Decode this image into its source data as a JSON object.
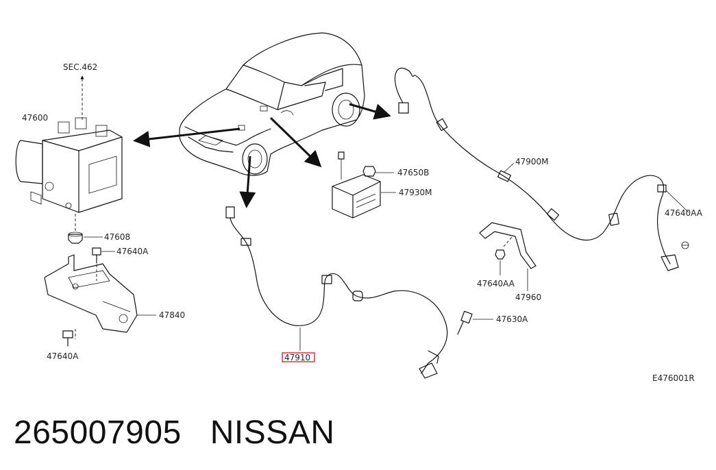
{
  "diagram": {
    "labels": {
      "sec462": "SEC.462",
      "p47600": "47600",
      "p47608": "47608",
      "p47640A_top": "47640A",
      "p47840": "47840",
      "p47640A_bottom": "47640A",
      "p47650B": "47650B",
      "p47930M": "47930M",
      "p47900M": "47900M",
      "p47640AA_right": "47640AA",
      "p47640AA_mid": "47640AA",
      "p47960": "47960",
      "p47630A": "47630A",
      "p47910": "47910",
      "ref_code": "E476001R"
    },
    "highlight_color": "#e0202a"
  },
  "footer": {
    "part_number": "265007905",
    "brand": "NISSAN"
  }
}
